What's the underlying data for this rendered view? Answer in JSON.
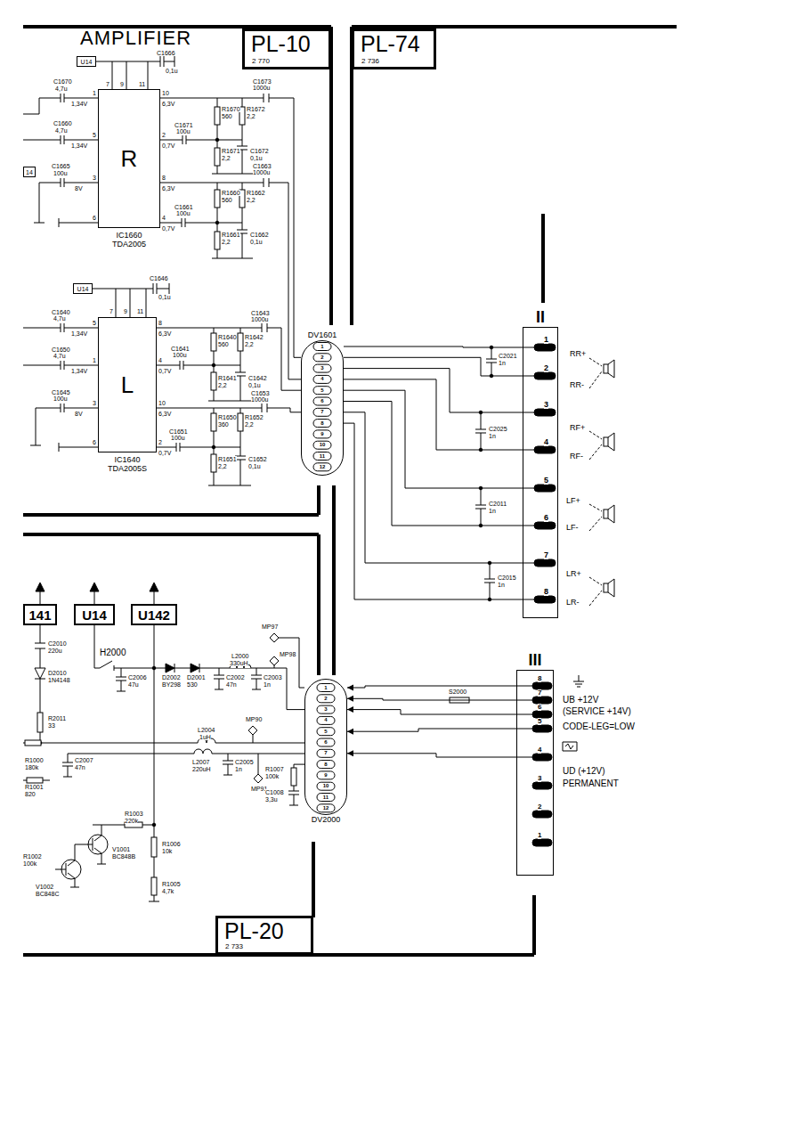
{
  "diagram": {
    "title": "AMPLIFIER",
    "nodes": [
      {
        "text": [
          "PL-10",
          "2 770"
        ]
      },
      {
        "text": [
          "PL-74",
          "2 736"
        ]
      },
      {
        "text": [
          "U14"
        ]
      },
      {
        "text": [
          "14"
        ]
      },
      {
        "text": [
          "R",
          "IC1660 TDA2005"
        ]
      },
      {
        "text": [
          "U14"
        ]
      },
      {
        "text": [
          "L",
          "IC1640 TDA2005S"
        ]
      },
      {
        "text": [
          "DV1601"
        ]
      },
      {
        "text": [
          "II"
        ]
      },
      {
        "text": [
          "141"
        ]
      },
      {
        "text": [
          "U14"
        ]
      },
      {
        "text": [
          "U142"
        ]
      },
      {
        "text": [
          "DV2000"
        ]
      },
      {
        "text": [
          "III"
        ]
      },
      {
        "text": [
          "PL-20",
          "2 733"
        ]
      }
    ],
    "edges": [
      {
        "from": 7,
        "to": 8,
        "arrow": "none"
      },
      {
        "from": 7,
        "to": 8,
        "arrow": "none"
      },
      {
        "from": 7,
        "to": 8,
        "arrow": "none"
      },
      {
        "from": 7,
        "to": 8,
        "arrow": "none"
      },
      {
        "from": 7,
        "to": 8,
        "arrow": "none"
      },
      {
        "from": 7,
        "to": 8,
        "arrow": "none"
      },
      {
        "from": 7,
        "to": 8,
        "arrow": "none"
      },
      {
        "from": 7,
        "to": 8,
        "arrow": "none"
      },
      {
        "from": 13,
        "to": 12,
        "arrow": "to"
      },
      {
        "from": 13,
        "to": 12,
        "arrow": "to"
      },
      {
        "from": 13,
        "to": 12,
        "arrow": "to"
      },
      {
        "from": 13,
        "to": 12,
        "arrow": "to"
      },
      {
        "from": 13,
        "to": 12,
        "arrow": "to"
      }
    ],
    "labels": [
      "C1666",
      "0,1u",
      "7",
      "9",
      "11",
      "1",
      "5",
      "3",
      "6",
      "10",
      "2",
      "8",
      "4",
      "C1670",
      "4,7u",
      "1,34V",
      "C1660",
      "4,7u",
      "1,34V",
      "C1665",
      "100u",
      "8V",
      "6,3V",
      "0,7V",
      "6,3V",
      "0,7V",
      "C1671",
      "100u",
      "R1670",
      "560",
      "R1672",
      "2,2",
      "R1671",
      "2,2",
      "C1672",
      "0,1u",
      "C1673",
      "1000u",
      "C1663",
      "1000u",
      "C1661",
      "100u",
      "R1660",
      "560",
      "R1662",
      "2,2",
      "R1661",
      "2,2",
      "C1662",
      "0,1u",
      "C1646",
      "0,1u",
      "7",
      "9",
      "11",
      "5",
      "1",
      "3",
      "6",
      "8",
      "4",
      "10",
      "2",
      "C1640",
      "4,7u",
      "1,34V",
      "C1650",
      "4,7u",
      "1,34V",
      "C1645",
      "100u",
      "8V",
      "6,3V",
      "0,7V",
      "6,3V",
      "0,7V",
      "C1641",
      "100u",
      "R1640",
      "560",
      "R1642",
      "2,2",
      "R1641",
      "2,2",
      "C1642",
      "0,1u",
      "C1643",
      "1000u",
      "C1653",
      "1000u",
      "C1651",
      "100u",
      "R1650",
      "360",
      "R1652",
      "2,2",
      "R1651",
      "2,2",
      "C1652",
      "0,1u",
      "1",
      "2",
      "3",
      "4",
      "5",
      "6",
      "7",
      "8",
      "9",
      "10",
      "11",
      "12",
      "1",
      "2",
      "3",
      "4",
      "5",
      "6",
      "7",
      "8",
      "RR+",
      "RR-",
      "RF+",
      "RF-",
      "LF+",
      "LF-",
      "LR+",
      "LR-",
      "C2021",
      "1n",
      "C2025",
      "1n",
      "C2011",
      "1n",
      "C2015",
      "1n",
      "H2000",
      "C2010",
      "220u",
      "D2010",
      "1N4148",
      "C2006",
      "47u",
      "D2002",
      "BY298",
      "D2001",
      "530",
      "L2000",
      "330uH",
      "C2002",
      "47n",
      "C2003",
      "1n",
      "MP97",
      "MP98",
      "R2011",
      "33",
      "R1000",
      "180k",
      "C2007",
      "47n",
      "L2004",
      "1uH",
      "MP90",
      "L2007",
      "220uH",
      "C2005",
      "1n",
      "MP91",
      "R1007",
      "100k",
      "C1008",
      "3,3u",
      "R1001",
      "820",
      "R1003",
      "220k",
      "V1001",
      "BC848B",
      "R1002",
      "100k",
      "V1002",
      "BC848C",
      "R1006",
      "10k",
      "R1005",
      "4,7k",
      "S2000",
      "1",
      "2",
      "3",
      "4",
      "5",
      "6",
      "7",
      "8",
      "9",
      "10",
      "11",
      "12",
      "8",
      "7",
      "6",
      "5",
      "4",
      "3",
      "2",
      "1",
      "UB +12V",
      "(SERVICE +14V)",
      "CODE-LEG=LOW",
      "UD (+12V)",
      "PERMANENT"
    ]
  }
}
